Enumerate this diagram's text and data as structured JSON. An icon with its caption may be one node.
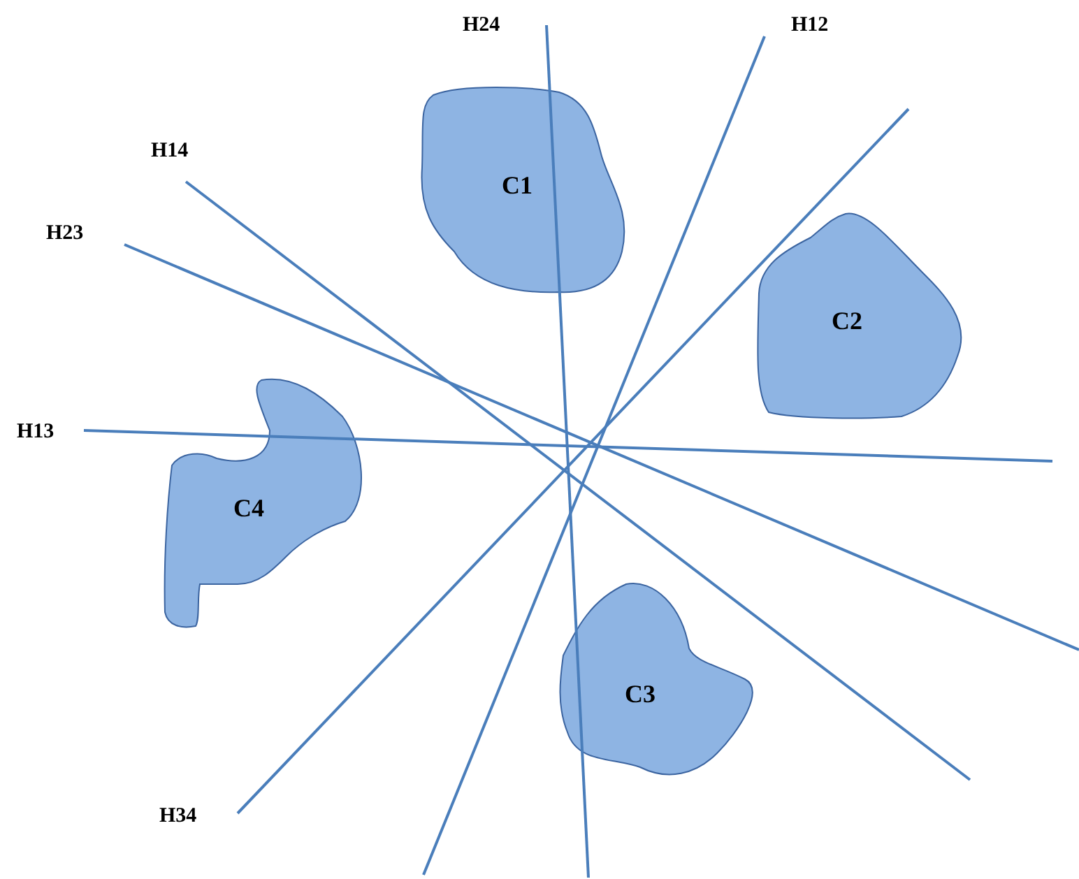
{
  "diagram": {
    "nodes": [
      {
        "text": [
          "C1"
        ]
      },
      {
        "text": [
          "C2"
        ]
      },
      {
        "text": [
          "C3"
        ]
      },
      {
        "text": [
          "C4"
        ]
      }
    ],
    "labels": [
      "H24",
      "H12",
      "H14",
      "H23",
      "H13",
      "H34"
    ]
  }
}
